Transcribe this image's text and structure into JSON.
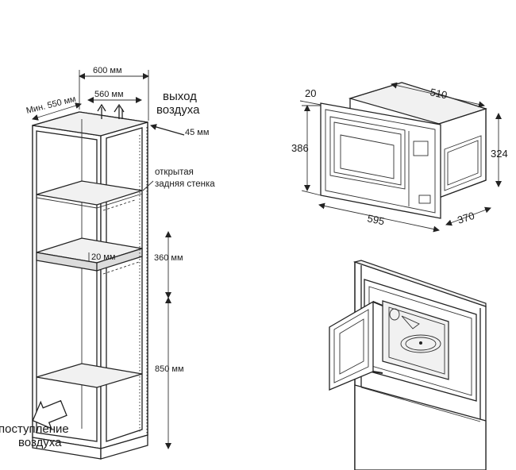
{
  "cabinet_diagram": {
    "width_600": "600 мм",
    "width_560": "560 мм",
    "min_depth": "Мин. 550 мм",
    "air_outlet_line1": "выход",
    "air_outlet_line2": "воздуха",
    "gap_45": "45 мм",
    "open_back_line1": "открытая",
    "open_back_line2": "задняя стенка",
    "shelf_20": "20 мм",
    "niche_360": "360 мм",
    "height_850": "850 мм",
    "air_inlet_line1": "поступление",
    "air_inlet_line2": "воздуха"
  },
  "oven_diagram": {
    "depth_20": "20",
    "depth_510": "510",
    "height_386": "386",
    "height_324": "324",
    "width_595": "595",
    "depth_370": "370"
  }
}
